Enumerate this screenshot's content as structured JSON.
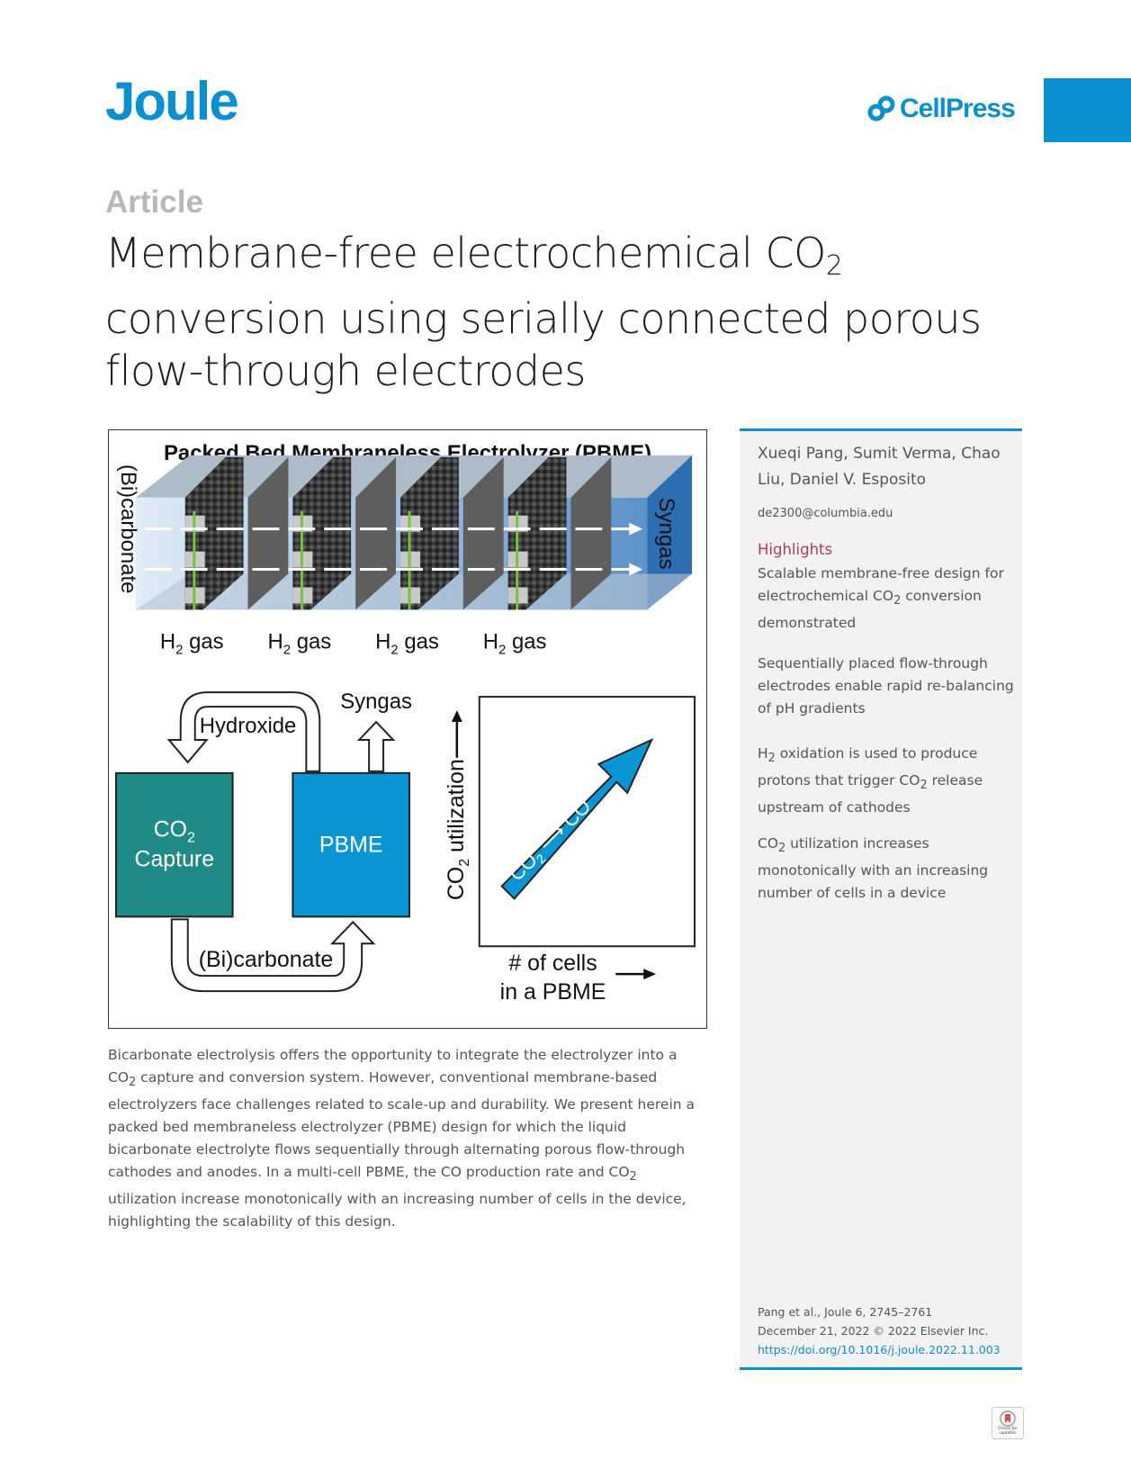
{
  "header": {
    "journal": "Joule",
    "publisher": "CellPress"
  },
  "article": {
    "type": "Article",
    "title_line1": "Membrane-free electrochemical CO",
    "title_line1_sub": "2",
    "title_line2": "conversion using serially connected porous",
    "title_line3": "flow-through electrodes"
  },
  "figure": {
    "heading": "Packed Bed Membraneless Electrolyzer (PBME)",
    "inlet_label": "(Bi)carbonate",
    "outlet_label": "Syngas",
    "h2_label": "H",
    "h2_sub": "2",
    "gas_word": "gas",
    "hydroxide_label": "Hydroxide",
    "syngas_label": "Syngas",
    "capture_co": "CO",
    "capture_sub": "2",
    "capture_word": "Capture",
    "pbme_label": "PBME",
    "loop_label": "(Bi)carbonate",
    "y_axis_co": "CO",
    "y_axis_sub": "2",
    "y_axis_rest": " utilization",
    "x_axis_line1": "# of cells",
    "x_axis_line2": "in a PBME",
    "arrow_from": "CO",
    "arrow_from_sub": "2",
    "arrow_to": "CO"
  },
  "abstract": {
    "parts": [
      "Bicarbonate electrolysis offers the opportunity to integrate the electrolyzer into a CO",
      "2",
      " capture and conversion system. However, conventional membrane-based electrolyzers face challenges related to scale-up and durability. We present herein a packed bed membraneless electrolyzer (PBME) design for which the liquid bicarbonate electrolyte flows sequentially through alternating porous flow-through cathodes and anodes. In a multi-cell PBME, the CO production rate and CO",
      "2",
      " utilization increase monotonically with an increasing number of cells in the device, highlighting the scalability of this design."
    ]
  },
  "sidebar": {
    "authors": "Xueqi Pang, Sumit Verma, Chao Liu, Daniel V. Esposito",
    "email": "de2300@columbia.edu",
    "highlights_label": "Highlights",
    "h1_a": "Scalable membrane-free design for electrochemical CO",
    "h1_sub": "2",
    "h1_b": " conversion demonstrated",
    "h2_text": "Sequentially placed flow-through electrodes enable rapid re-balancing of pH gradients",
    "h3_a": "H",
    "h3_sub1": "2",
    "h3_b": " oxidation is used to produce protons that trigger CO",
    "h3_sub2": "2",
    "h3_c": " release upstream of cathodes",
    "h4_a": "CO",
    "h4_sub": "2",
    "h4_b": " utilization increases monotonically with an increasing number of cells in a device",
    "cite_line1": "Pang et al., Joule 6, 2745–2761",
    "cite_line2": "December 21, 2022 © 2022 Elsevier Inc.",
    "doi": "https://doi.org/10.1016/j.joule.2022.11.003",
    "check_badge": "Check for updates"
  },
  "colors": {
    "brand": "#0a8fd0",
    "highlight_label": "#b53d52",
    "capture_box": "#1f8a86",
    "pbme_box": "#0a96d4"
  }
}
